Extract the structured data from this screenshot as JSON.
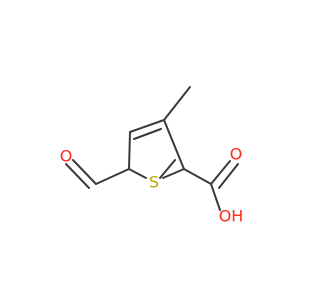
{
  "molecule": {
    "atoms": {
      "sulfur": "S",
      "aldehyde_oxygen": "O",
      "carbonyl_oxygen": "O",
      "hydroxyl": "OH"
    },
    "colors": {
      "bond": "#3a3a3a",
      "oxygen": "#ff2a1a",
      "sulfur": "#b9a600"
    }
  }
}
